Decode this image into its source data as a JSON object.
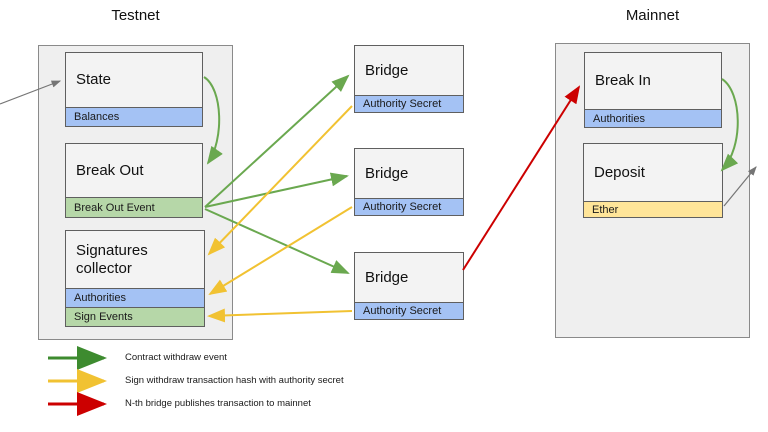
{
  "headers": {
    "testnet": "Testnet",
    "mainnet": "Mainnet"
  },
  "testnet": {
    "state": {
      "title": "State",
      "bar_balances": "Balances"
    },
    "break_out": {
      "title": "Break Out",
      "bar_event": "Break Out Event"
    },
    "signatures_collector": {
      "title": "Signatures collector",
      "bar_authorities": "Authorities",
      "bar_sign_events": "Sign Events"
    }
  },
  "bridges": {
    "bridge1": {
      "title": "Bridge",
      "bar_secret": "Authority Secret"
    },
    "bridge2": {
      "title": "Bridge",
      "bar_secret": "Authority Secret"
    },
    "bridge3": {
      "title": "Bridge",
      "bar_secret": "Authority Secret"
    }
  },
  "mainnet": {
    "break_in": {
      "title": "Break In",
      "bar_authorities": "Authorities"
    },
    "deposit": {
      "title": "Deposit",
      "bar_ether": "Ether"
    }
  },
  "legend": {
    "green": "Contract withdraw event",
    "yellow": "Sign withdraw transaction hash with authority secret",
    "red": "N-th bridge publishes transaction to mainnet"
  },
  "colors": {
    "green_arrow": "#6aa84f",
    "legend_green": "#3d8b2f",
    "yellow_arrow": "#f1c232",
    "red_arrow": "#cc0000",
    "gray_arrow": "#757575",
    "bar_blue": "#a4c2f4",
    "bar_green": "#b6d7a8",
    "bar_yellow": "#ffe599"
  }
}
